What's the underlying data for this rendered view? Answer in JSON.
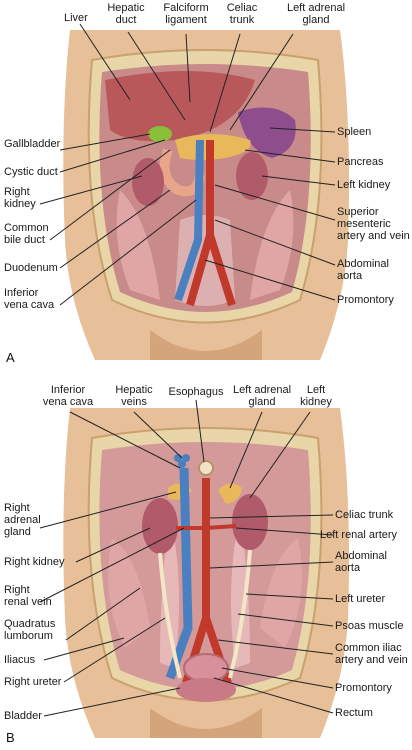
{
  "panel_a": {
    "letter": "A",
    "labels": {
      "liver": "Liver",
      "hepatic_duct": "Hepatic\nduct",
      "falciform_ligament": "Falciform\nligament",
      "celiac_trunk": "Celiac\ntrunk",
      "left_adrenal_gland": "Left adrenal\ngland",
      "gallbladder": "Gallbladder",
      "cystic_duct": "Cystic duct",
      "right_kidney": "Right\nkidney",
      "common_bile_duct": "Common\nbile duct",
      "duodenum": "Duodenum",
      "inferior_vena_cava": "Inferior\nvena cava",
      "spleen": "Spleen",
      "pancreas": "Pancreas",
      "left_kidney": "Left kidney",
      "superior_mesenteric": "Superior\nmesenteric\nartery and vein",
      "abdominal_aorta": "Abdominal\naorta",
      "promontory": "Promontory"
    }
  },
  "panel_b": {
    "letter": "B",
    "labels": {
      "inferior_vena_cava": "Inferior\nvena cava",
      "hepatic_veins": "Hepatic\nveins",
      "esophagus": "Esophagus",
      "left_adrenal_gland": "Left adrenal\ngland",
      "left_kidney": "Left\nkidney",
      "right_adrenal_gland": "Right\nadrenal\ngland",
      "right_kidney": "Right kidney",
      "right_renal_vein": "Right\nrenal vein",
      "quadratus_lumborum": "Quadratus\nlumborum",
      "iliacus": "Iliacus",
      "right_ureter": "Right ureter",
      "bladder": "Bladder",
      "celiac_trunk": "Celiac trunk",
      "left_renal_artery": "Left renal artery",
      "abdominal_aorta": "Abdominal\naorta",
      "left_ureter": "Left ureter",
      "psoas_muscle": "Psoas muscle",
      "common_iliac": "Common iliac\nartery and vein",
      "promontory": "Promontory",
      "rectum": "Rectum"
    }
  },
  "colors": {
    "skin": "#e7bf98",
    "skin_shadow": "#d4a47b",
    "cavity": "#c98a8a",
    "muscle": "#e0a6a6",
    "liver": "#b9585a",
    "artery": "#c0392b",
    "vein": "#4a7fc0",
    "pancreas": "#e9b85a",
    "gallbladder": "#8bbf3a",
    "kidney": "#b05a6a",
    "spleen": "#8e4e8e",
    "leader": "#222222"
  }
}
